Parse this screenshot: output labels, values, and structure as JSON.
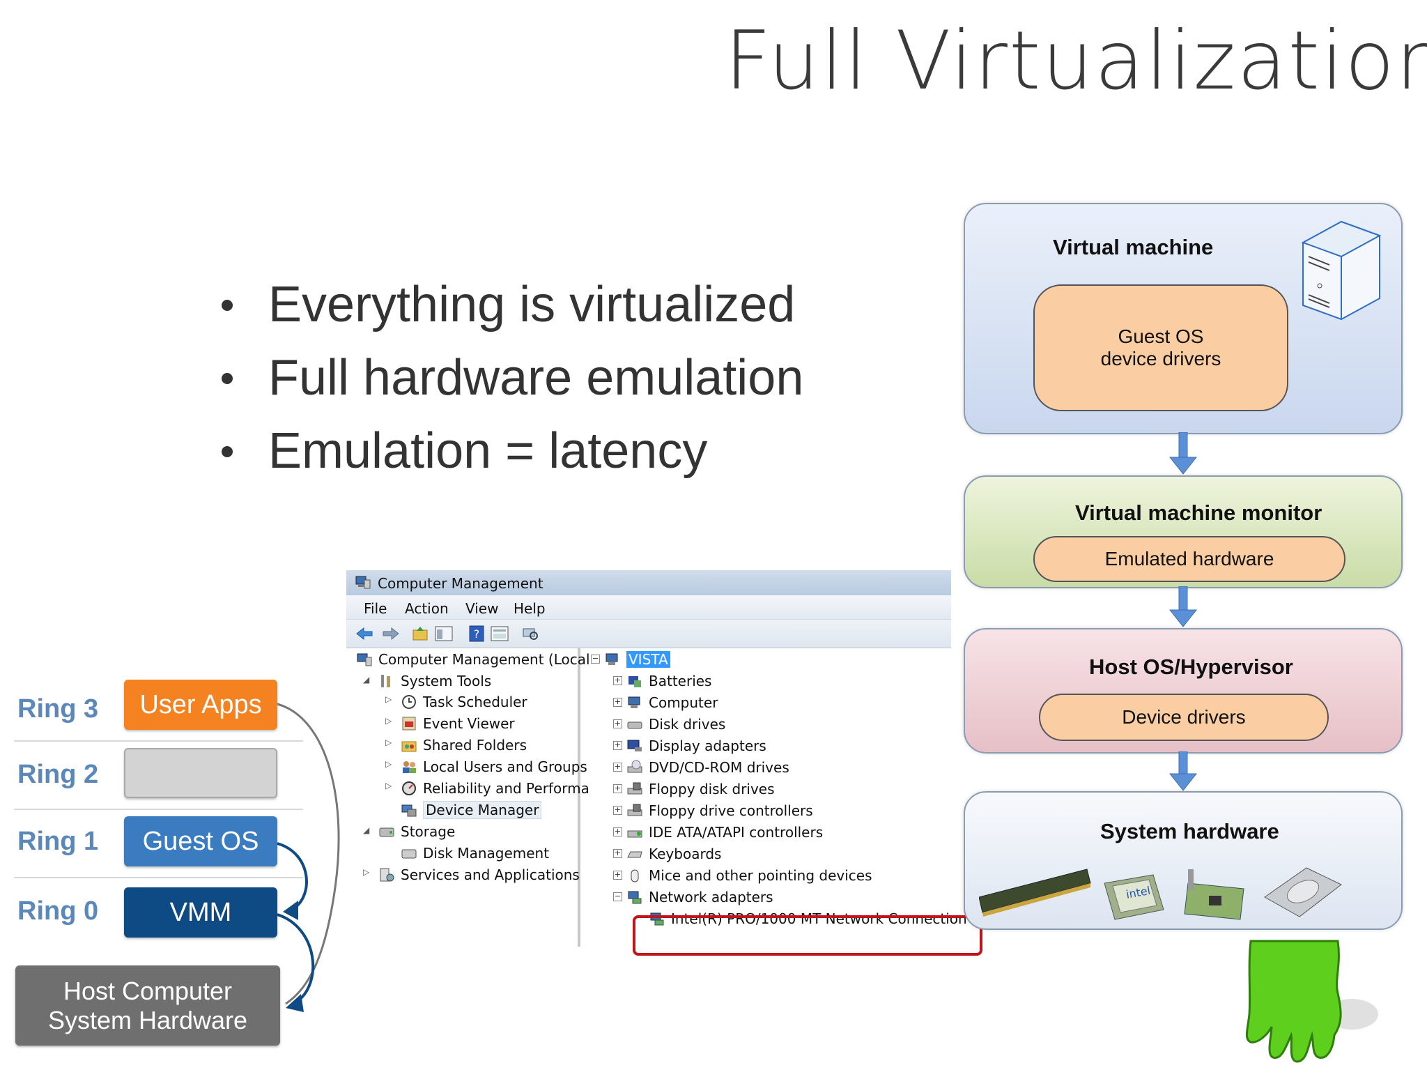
{
  "slide": {
    "title": "Full Virtualization",
    "bullets": [
      "Everything is virtualized",
      "Full hardware emulation",
      "Emulation = latency"
    ]
  },
  "rings": {
    "labels": [
      "Ring 3",
      "Ring 2",
      "Ring 1",
      "Ring 0"
    ],
    "user_apps": "User Apps",
    "ring2_box": "",
    "guest_os": "Guest OS",
    "vmm": "VMM",
    "host_hw_line1": "Host Computer",
    "host_hw_line2": "System Hardware",
    "colors": {
      "label": "#5b88b8",
      "user_apps": "#f58220",
      "ring2": "#d3d3d3",
      "guest_os": "#3a7cbf",
      "vmm": "#0e4a84",
      "host_hw": "#6f6f6f"
    }
  },
  "computer_management": {
    "window_title": "Computer Management",
    "menu": [
      "File",
      "Action",
      "View",
      "Help"
    ],
    "toolbar_icons": [
      "back-icon",
      "forward-icon",
      "up-folder-icon",
      "show-hide-tree-icon",
      "help-icon",
      "properties-icon",
      "scan-hardware-icon"
    ],
    "left_tree": [
      "Computer Management (Local",
      "System Tools",
      "Task Scheduler",
      "Event Viewer",
      "Shared Folders",
      "Local Users and Groups",
      "Reliability and Performa",
      "Device Manager",
      "Storage",
      "Disk Management",
      "Services and Applications"
    ],
    "right_root": "VISTA",
    "devices": [
      "Batteries",
      "Computer",
      "Disk drives",
      "Display adapters",
      "DVD/CD-ROM drives",
      "Floppy disk drives",
      "Floppy drive controllers",
      "IDE ATA/ATAPI controllers",
      "Keyboards",
      "Mice and other pointing devices",
      "Network adapters"
    ],
    "network_adapter_child": "Intel(R) PRO/1000 MT Network Connection",
    "highlight_color": "#c0151b"
  },
  "stack": {
    "virtual_machine": {
      "title": "Virtual machine",
      "inner": "Guest OS device drivers",
      "inner_line1": "Guest OS",
      "inner_line2": "device drivers"
    },
    "vmm": {
      "title": "Virtual machine monitor",
      "inner": "Emulated hardware"
    },
    "host": {
      "title": "Host OS/Hypervisor",
      "inner": "Device drivers"
    },
    "hardware": {
      "title": "System hardware"
    },
    "colors": {
      "pill": "#fbcda3",
      "arrow": "#5b8fd6"
    }
  }
}
